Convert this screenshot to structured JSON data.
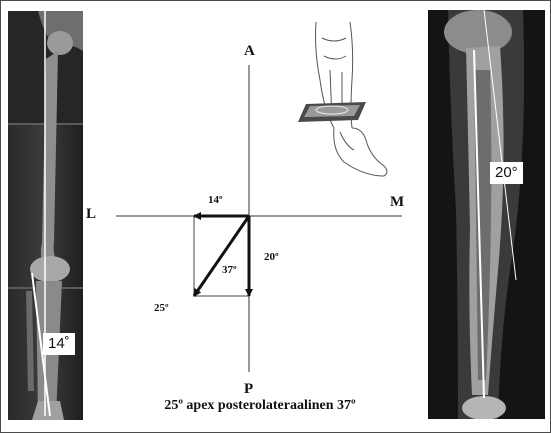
{
  "left_xray": {
    "angle_label": "14˚"
  },
  "right_xray": {
    "angle_label": "20°"
  },
  "diagram": {
    "axis_labels": {
      "anterior": "A",
      "posterior": "P",
      "lateral": "L",
      "medial": "M"
    },
    "vectors": {
      "lateral": {
        "label": "14º",
        "value": 14
      },
      "posterior": {
        "label": "20º",
        "value": 20
      },
      "resultant": {
        "label": "25º",
        "value": 25
      },
      "angle": {
        "label": "37º",
        "value": 37
      }
    }
  },
  "caption": "25º apex posterolateraalinen 37º",
  "colors": {
    "xray_dark": "#161616",
    "bone": "#bdbdbd",
    "axis_line": "#ffffff"
  }
}
